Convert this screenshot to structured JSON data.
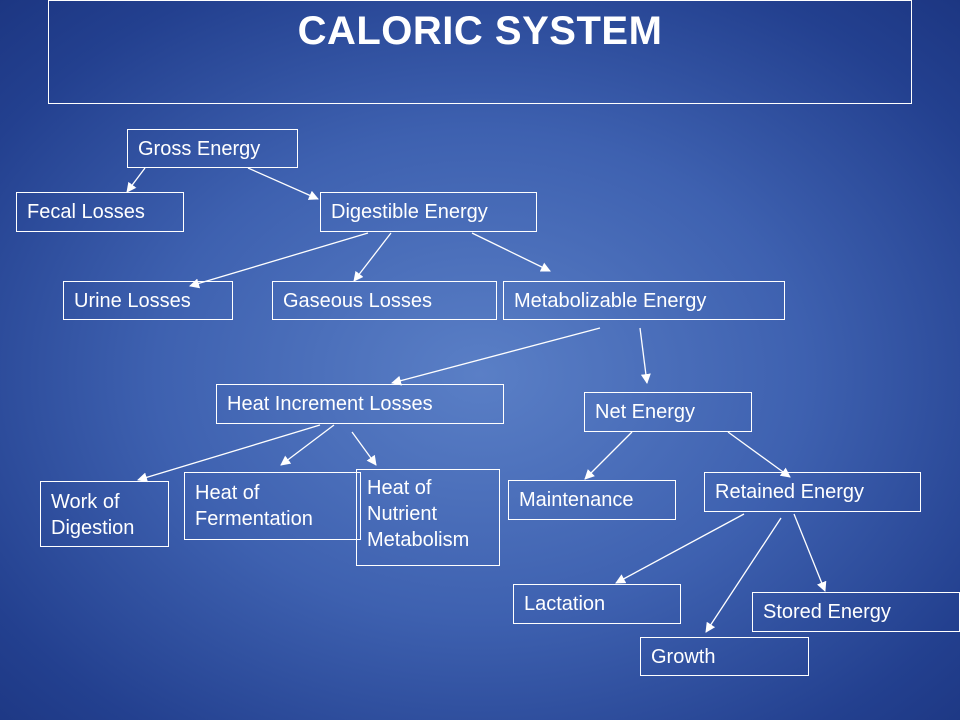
{
  "title": "CALORIC SYSTEM",
  "colors": {
    "line": "#ffffff",
    "text": "#ffffff",
    "background": "#3e61b0"
  },
  "nodes": {
    "gross_energy": "Gross Energy",
    "fecal_losses": "Fecal Losses",
    "digestible_energy": "Digestible Energy",
    "urine_losses": "Urine Losses",
    "gaseous_losses": "Gaseous Losses",
    "metabolizable_energy": "Metabolizable Energy",
    "heat_increment_losses": "Heat Increment Losses",
    "net_energy": "Net Energy",
    "work_of_digestion": [
      "Work of",
      "Digestion"
    ],
    "heat_of_fermentation": [
      "Heat of",
      "Fermentation"
    ],
    "heat_of_nutrient_metabolism": [
      "Heat of",
      "Nutrient",
      "Metabolism"
    ],
    "maintenance": "Maintenance",
    "retained_energy": "Retained Energy",
    "lactation": "Lactation",
    "stored_energy": "Stored Energy",
    "growth": "Growth"
  }
}
